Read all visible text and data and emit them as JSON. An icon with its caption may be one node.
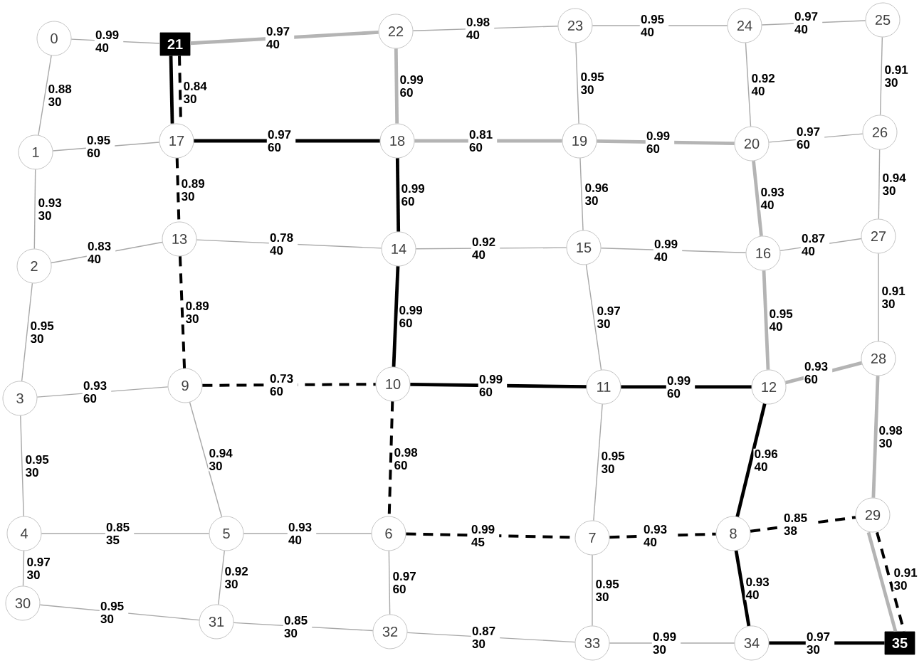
{
  "diagram": {
    "nodes": [
      {
        "text": [
          "0"
        ]
      },
      {
        "text": [
          "1"
        ]
      },
      {
        "text": [
          "2"
        ]
      },
      {
        "text": [
          "3"
        ]
      },
      {
        "text": [
          "4"
        ]
      },
      {
        "text": [
          "5"
        ]
      },
      {
        "text": [
          "6"
        ]
      },
      {
        "text": [
          "7"
        ]
      },
      {
        "text": [
          "8"
        ]
      },
      {
        "text": [
          "9"
        ]
      },
      {
        "text": [
          "10"
        ]
      },
      {
        "text": [
          "11"
        ]
      },
      {
        "text": [
          "12"
        ]
      },
      {
        "text": [
          "13"
        ]
      },
      {
        "text": [
          "14"
        ]
      },
      {
        "text": [
          "15"
        ]
      },
      {
        "text": [
          "16"
        ]
      },
      {
        "text": [
          "17"
        ]
      },
      {
        "text": [
          "18"
        ]
      },
      {
        "text": [
          "19"
        ]
      },
      {
        "text": [
          "20"
        ]
      },
      {
        "text": [
          "21"
        ]
      },
      {
        "text": [
          "22"
        ]
      },
      {
        "text": [
          "23"
        ]
      },
      {
        "text": [
          "24"
        ]
      },
      {
        "text": [
          "25"
        ]
      },
      {
        "text": [
          "26"
        ]
      },
      {
        "text": [
          "27"
        ]
      },
      {
        "text": [
          "28"
        ]
      },
      {
        "text": [
          "29"
        ]
      },
      {
        "text": [
          "30"
        ]
      },
      {
        "text": [
          "31"
        ]
      },
      {
        "text": [
          "32"
        ]
      },
      {
        "text": [
          "33"
        ]
      },
      {
        "text": [
          "34"
        ]
      },
      {
        "text": [
          "35"
        ]
      }
    ],
    "edges": [
      {
        "from": 0,
        "to": 21,
        "arrow": "none",
        "label": "0.99 40"
      },
      {
        "from": 21,
        "to": 22,
        "arrow": "none",
        "label": "0.97 40",
        "style": "thick"
      },
      {
        "from": 22,
        "to": 23,
        "arrow": "none",
        "label": "0.98 40"
      },
      {
        "from": 23,
        "to": 24,
        "arrow": "none",
        "label": "0.95 40"
      },
      {
        "from": 24,
        "to": 25,
        "arrow": "none",
        "label": "0.97 40"
      },
      {
        "from": 0,
        "to": 1,
        "arrow": "none",
        "label": "0.88 30"
      },
      {
        "from": 21,
        "to": 17,
        "arrow": "none",
        "style": "thick",
        "color": "#000000"
      },
      {
        "from": 21,
        "to": 17,
        "arrow": "none",
        "label": "0.84 30",
        "style": "dashed",
        "color": "#000000"
      },
      {
        "from": 22,
        "to": 18,
        "arrow": "none",
        "label": "0.99 60",
        "style": "thick"
      },
      {
        "from": 23,
        "to": 19,
        "arrow": "none",
        "label": "0.95 30"
      },
      {
        "from": 24,
        "to": 20,
        "arrow": "none",
        "label": "0.92 40"
      },
      {
        "from": 25,
        "to": 26,
        "arrow": "none",
        "label": "0.91 30"
      },
      {
        "from": 1,
        "to": 17,
        "arrow": "none",
        "label": "0.95 60"
      },
      {
        "from": 17,
        "to": 18,
        "arrow": "none",
        "label": "0.97 60",
        "style": "thick",
        "color": "#000000"
      },
      {
        "from": 18,
        "to": 19,
        "arrow": "none",
        "label": "0.81 60",
        "style": "thick"
      },
      {
        "from": 19,
        "to": 20,
        "arrow": "none",
        "label": "0.99 60",
        "style": "thick"
      },
      {
        "from": 20,
        "to": 26,
        "arrow": "none",
        "label": "0.97 60"
      },
      {
        "from": 1,
        "to": 2,
        "arrow": "none",
        "label": "0.93 30"
      },
      {
        "from": 17,
        "to": 13,
        "arrow": "none",
        "label": "0.89 30",
        "style": "dashed",
        "color": "#000000"
      },
      {
        "from": 18,
        "to": 14,
        "arrow": "none",
        "label": "0.99 60",
        "style": "thick",
        "color": "#000000"
      },
      {
        "from": 19,
        "to": 15,
        "arrow": "none",
        "label": "0.96 30"
      },
      {
        "from": 20,
        "to": 16,
        "arrow": "none",
        "label": "0.93 40",
        "style": "thick"
      },
      {
        "from": 26,
        "to": 27,
        "arrow": "none",
        "label": "0.94 30"
      },
      {
        "from": 2,
        "to": 13,
        "arrow": "none",
        "label": "0.83 40"
      },
      {
        "from": 13,
        "to": 14,
        "arrow": "none",
        "label": "0.78 40"
      },
      {
        "from": 14,
        "to": 15,
        "arrow": "none",
        "label": "0.92 40"
      },
      {
        "from": 15,
        "to": 16,
        "arrow": "none",
        "label": "0.99 40"
      },
      {
        "from": 16,
        "to": 27,
        "arrow": "none",
        "label": "0.87 40"
      },
      {
        "from": 2,
        "to": 3,
        "arrow": "none",
        "label": "0.95 30"
      },
      {
        "from": 13,
        "to": 9,
        "arrow": "none",
        "label": "0.89 30",
        "style": "dashed",
        "color": "#000000"
      },
      {
        "from": 14,
        "to": 10,
        "arrow": "none",
        "label": "0.99 60",
        "style": "thick",
        "color": "#000000"
      },
      {
        "from": 15,
        "to": 11,
        "arrow": "none",
        "label": "0.97 30"
      },
      {
        "from": 16,
        "to": 12,
        "arrow": "none",
        "label": "0.95 40",
        "style": "thick"
      },
      {
        "from": 27,
        "to": 28,
        "arrow": "none",
        "label": "0.91 30"
      },
      {
        "from": 3,
        "to": 9,
        "arrow": "none",
        "label": "0.93 60"
      },
      {
        "from": 9,
        "to": 10,
        "arrow": "none",
        "label": "0.73 60",
        "style": "dashed",
        "color": "#000000"
      },
      {
        "from": 10,
        "to": 11,
        "arrow": "none",
        "label": "0.99 60",
        "style": "thick",
        "color": "#000000"
      },
      {
        "from": 11,
        "to": 12,
        "arrow": "none",
        "label": "0.99 60",
        "style": "thick",
        "color": "#000000"
      },
      {
        "from": 12,
        "to": 28,
        "arrow": "none",
        "label": "0.93 60",
        "style": "thick"
      },
      {
        "from": 3,
        "to": 4,
        "arrow": "none",
        "label": "0.95 30"
      },
      {
        "from": 9,
        "to": 5,
        "arrow": "none",
        "label": "0.94 30"
      },
      {
        "from": 10,
        "to": 6,
        "arrow": "none",
        "label": "0.98 60",
        "style": "dashed",
        "color": "#000000"
      },
      {
        "from": 11,
        "to": 7,
        "arrow": "none",
        "label": "0.95 30"
      },
      {
        "from": 12,
        "to": 8,
        "arrow": "none",
        "label": "0.96 40",
        "style": "thick",
        "color": "#000000"
      },
      {
        "from": 28,
        "to": 29,
        "arrow": "none",
        "label": "0.98 30",
        "style": "thick"
      },
      {
        "from": 4,
        "to": 5,
        "arrow": "none",
        "label": "0.85 35"
      },
      {
        "from": 5,
        "to": 6,
        "arrow": "none",
        "label": "0.93 40"
      },
      {
        "from": 6,
        "to": 7,
        "arrow": "none",
        "label": "0.99 45",
        "style": "dashed",
        "color": "#000000"
      },
      {
        "from": 7,
        "to": 8,
        "arrow": "none",
        "label": "0.93 40",
        "style": "dashed",
        "color": "#000000"
      },
      {
        "from": 8,
        "to": 29,
        "arrow": "none",
        "label": "0.85 38",
        "style": "dashed",
        "color": "#000000"
      },
      {
        "from": 29,
        "to": 35,
        "arrow": "none",
        "style": "thick"
      },
      {
        "from": 29,
        "to": 35,
        "arrow": "none",
        "label": "0.91 30",
        "style": "dashed",
        "color": "#000000"
      },
      {
        "from": 4,
        "to": 30,
        "arrow": "none",
        "label": "0.97 30"
      },
      {
        "from": 5,
        "to": 31,
        "arrow": "none",
        "label": "0.92 30"
      },
      {
        "from": 6,
        "to": 32,
        "arrow": "none",
        "label": "0.97 60"
      },
      {
        "from": 7,
        "to": 33,
        "arrow": "none",
        "label": "0.95 30"
      },
      {
        "from": 8,
        "to": 34,
        "arrow": "none",
        "label": "0.93 40",
        "style": "thick",
        "color": "#000000"
      },
      {
        "from": 30,
        "to": 31,
        "arrow": "none",
        "label": "0.95 30"
      },
      {
        "from": 31,
        "to": 32,
        "arrow": "none",
        "label": "0.85 30"
      },
      {
        "from": 32,
        "to": 33,
        "arrow": "none",
        "label": "0.87 30"
      },
      {
        "from": 33,
        "to": 34,
        "arrow": "none",
        "label": "0.99 30"
      },
      {
        "from": 34,
        "to": 35,
        "arrow": "none",
        "label": "0.97 30",
        "style": "thick",
        "color": "#000000"
      }
    ]
  }
}
